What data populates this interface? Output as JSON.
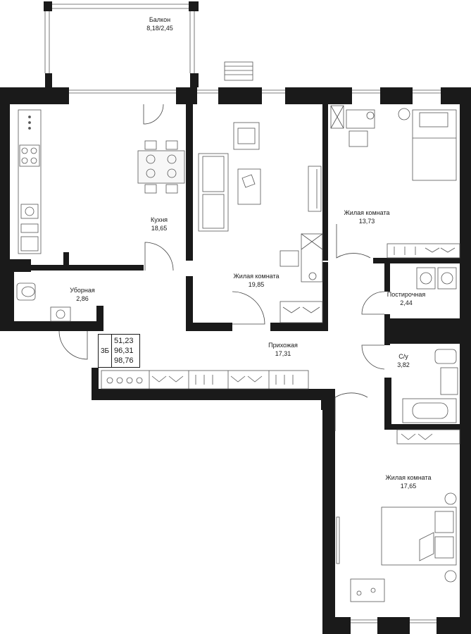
{
  "rooms": {
    "balcony": {
      "name": "Балкон",
      "area": "8,18/2,45"
    },
    "kitchen": {
      "name": "Кухня",
      "area": "18,65"
    },
    "toilet": {
      "name": "Уборная",
      "area": "2,86"
    },
    "living1": {
      "name": "Жилая комната",
      "area": "19,85"
    },
    "living2": {
      "name": "Жилая комната",
      "area": "13,73"
    },
    "laundry": {
      "name": "Постирочная",
      "area": "2,44"
    },
    "hall": {
      "name": "Прихожая",
      "area": "17,31"
    },
    "bathroom": {
      "name": "С/у",
      "area": "3,82"
    },
    "living3": {
      "name": "Жилая комната",
      "area": "17,65"
    }
  },
  "summary": {
    "type": "3Б",
    "living_area": "51,23",
    "total_area": "96,31",
    "total_with_balcony": "98,76"
  },
  "colors": {
    "wall": "#1a1a1a",
    "line": "#333333",
    "furniture_fill": "#f2f2f2"
  }
}
